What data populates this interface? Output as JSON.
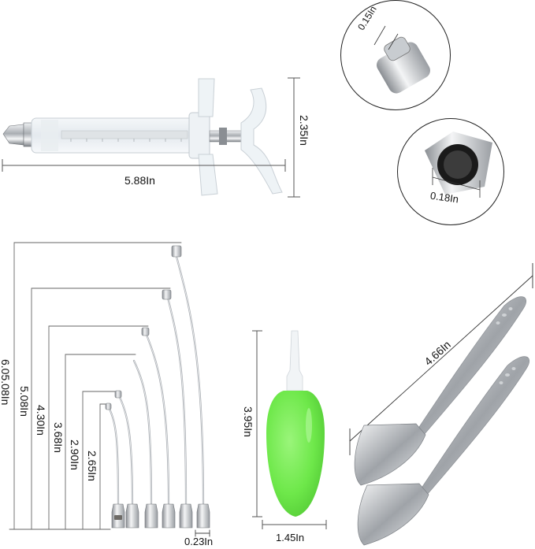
{
  "syringe": {
    "length_label": "5.88In",
    "height_label": "2.35In"
  },
  "detail_top": {
    "label": "0.15In"
  },
  "detail_bottom": {
    "label": "0.18In"
  },
  "needles": {
    "labels": [
      "6.05.08In",
      "5.08In",
      "4.30In",
      "3.68In",
      "2.90In",
      "2.65In"
    ],
    "tip_width_label": "0.23In",
    "count": 6
  },
  "bulb": {
    "height_label": "3.95In",
    "width_label": "1.45In",
    "color": "#6ee84a"
  },
  "spoons": {
    "length_label": "4.66In",
    "count": 2
  },
  "colors": {
    "metal": "#b9bcc0",
    "metal_dark": "#7d8186",
    "dimension_line": "#555555",
    "bulb_green": "#6ee84a"
  }
}
